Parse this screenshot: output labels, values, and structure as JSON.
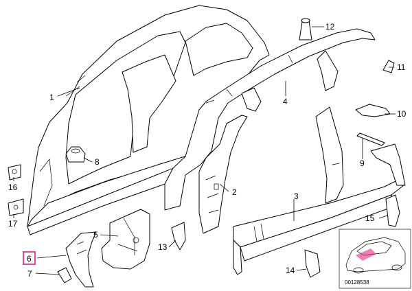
{
  "diagram": {
    "callouts": {
      "p1": "1",
      "p2": "2",
      "p3": "3",
      "p4": "4",
      "p5": "5",
      "p6": "6",
      "p7": "7",
      "p8": "8",
      "p9": "9",
      "p10": "10",
      "p11": "11",
      "p12": "12",
      "p13": "13",
      "p14": "14",
      "p15": "15",
      "p16": "16",
      "p17": "17"
    },
    "highlighted_callout": "6",
    "highlight_color": "#e0187a",
    "catalog_number": "00128538"
  }
}
